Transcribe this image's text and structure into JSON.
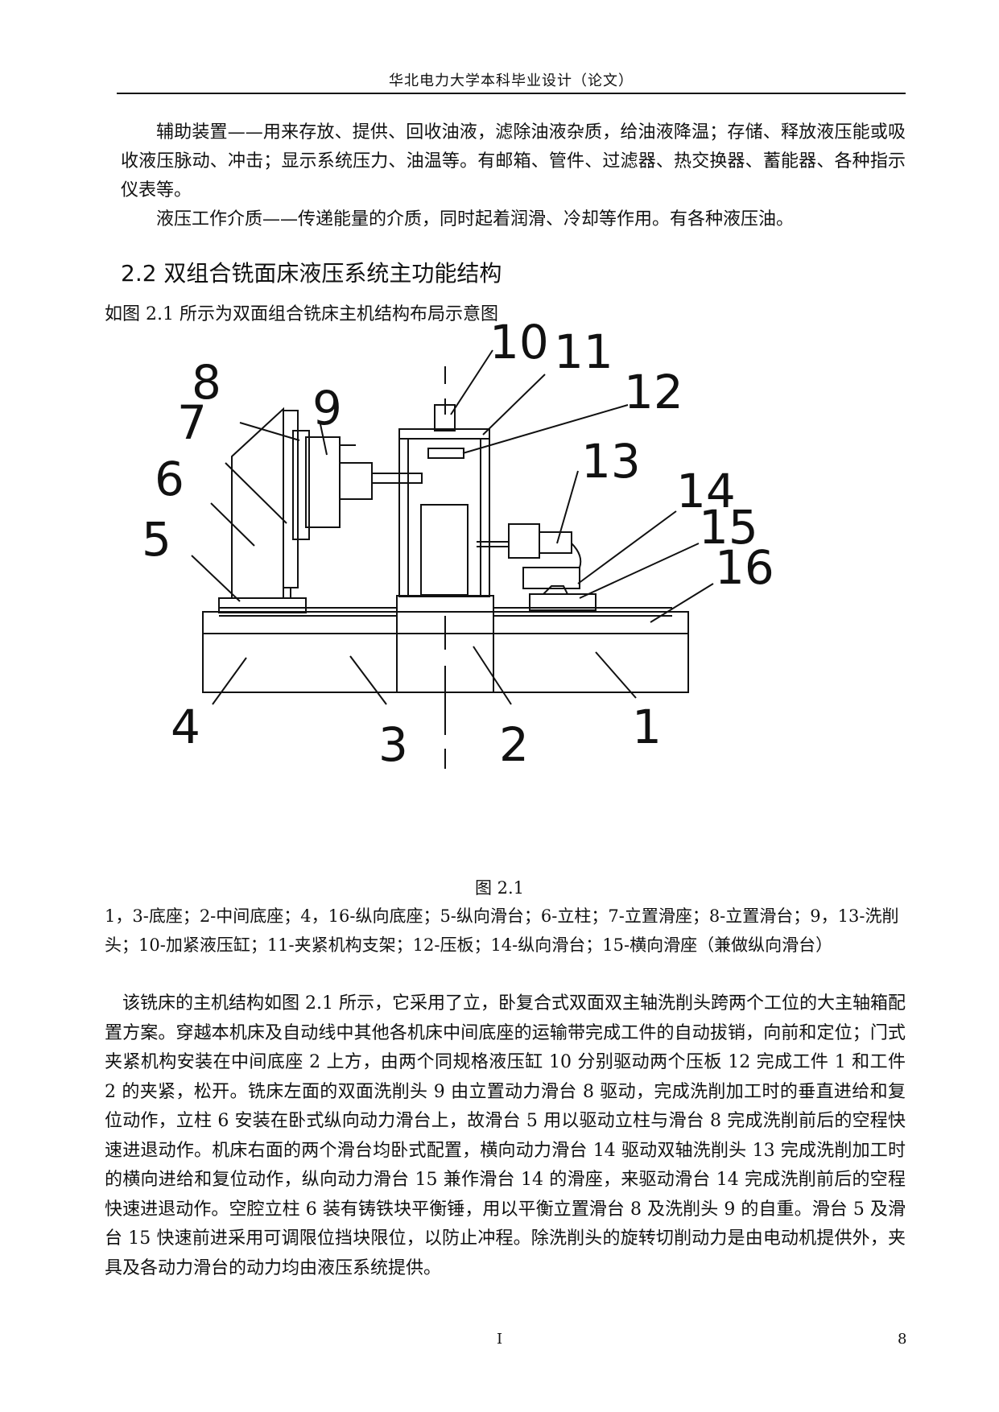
{
  "header": {
    "title": "华北电力大学本科毕业设计（论文）"
  },
  "intro": {
    "p1": "辅助装置——用来存放、提供、回收油液，滤除油液杂质，给油液降温；存储、释放液压能或吸收液压脉动、冲击；显示系统压力、油温等。有邮箱、管件、过滤器、热交换器、蓄能器、各种指示仪表等。",
    "p2": "液压工作介质——传递能量的介质，同时起着润滑、冷却等作用。有各种液压油。"
  },
  "section": {
    "title": "2.2 双组合铣面床液压系统主功能结构"
  },
  "figure_intro": "如图 2.1 所示为双面组合铣床主机结构布局示意图",
  "figure": {
    "caption": "图 2.1",
    "labels": [
      "1",
      "2",
      "3",
      "4",
      "5",
      "6",
      "7",
      "8",
      "9",
      "10",
      "11",
      "12",
      "13",
      "14",
      "15",
      "16"
    ]
  },
  "legend": "1，3-底座；2-中间底座；4，16-纵向底座；5-纵向滑台；6-立柱；7-立置滑座；8-立置滑台；9，13-洗削头；10-加紧液压缸；11-夹紧机构支架；12-压板；14-纵向滑台；15-横向滑座（兼做纵向滑台）",
  "body": "该铣床的主机结构如图 2.1 所示，它采用了立，卧复合式双面双主轴洗削头跨两个工位的大主轴箱配置方案。穿越本机床及自动线中其他各机床中间底座的运输带完成工件的自动拔销，向前和定位；门式夹紧机构安装在中间底座 2 上方，由两个同规格液压缸 10 分别驱动两个压板 12 完成工件 1 和工件 2 的夹紧，松开。铣床左面的双面洗削头 9 由立置动力滑台 8 驱动，完成洗削加工时的垂直进给和复位动作，立柱 6 安装在卧式纵向动力滑台上，故滑台 5 用以驱动立柱与滑台 8 完成洗削前后的空程快速进退动作。机床右面的两个滑台均卧式配置，横向动力滑台 14 驱动双轴洗削头 13 完成洗削加工时的横向进给和复位动作，纵向动力滑台 15 兼作滑台 14 的滑座，来驱动滑台 14 完成洗削前后的空程快速进退动作。空腔立柱 6 装有铸铁块平衡锤，用以平衡立置滑台 8 及洗削头 9 的自重。滑台 5 及滑台 15 快速前进采用可调限位挡块限位，以防止冲程。除洗削头的旋转切削动力是由电动机提供外，夹具及各动力滑台的动力均由液压系统提供。",
  "footer": {
    "center": "I",
    "page": "8"
  }
}
